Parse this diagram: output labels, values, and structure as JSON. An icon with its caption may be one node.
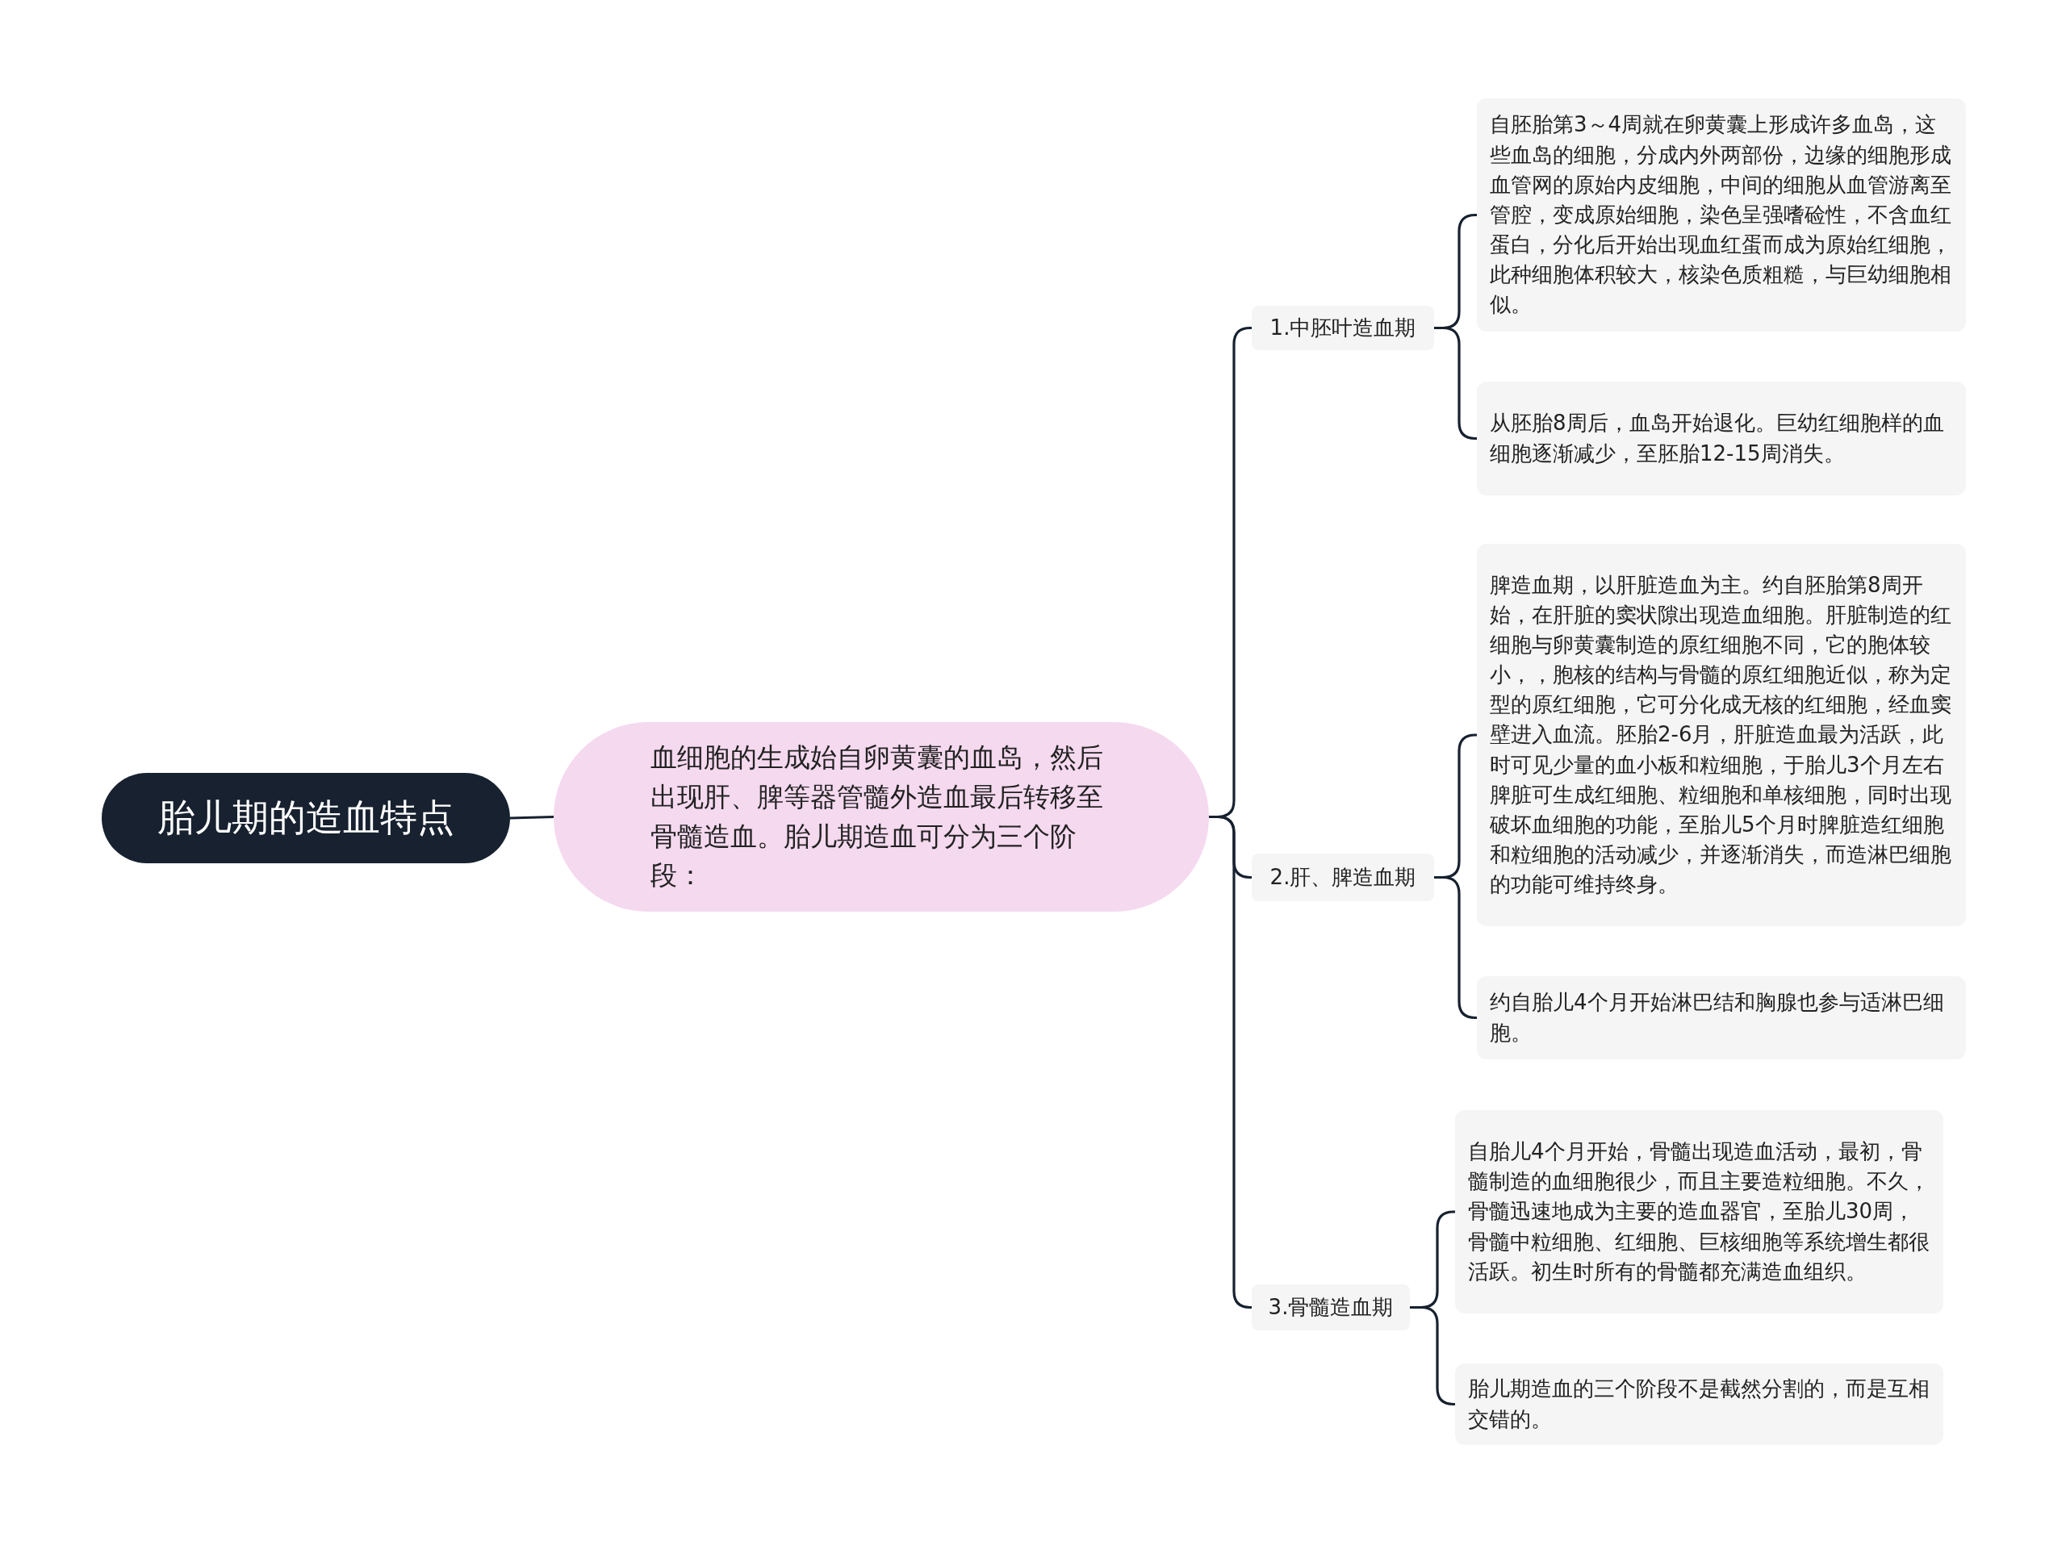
{
  "diagram": {
    "nodes": [
      {
        "text": [
          "胎儿期的造血特点"
        ]
      },
      {
        "text": [
          "血细胞的生成始自卵黄囊的血岛，然后出现肝、脾等器管髓外造血最后转移至骨髓造血。胎儿期造血可分为三个阶段："
        ]
      },
      {
        "text": [
          "1.中胚叶造血期"
        ]
      },
      {
        "text": [
          "自胚胎第3～4周就在卵黄囊上形成许多血岛，这些血岛的细胞，分成内外两部份，边缘的细胞形成血管网的原始内皮细胞，中间的细胞从血管游离至管腔，变成原始细胞，染色呈强嗜硷性，不含血红蛋白，分化后开始出现血红蛋而成为原始红细胞，此种细胞体积较大，核染色质粗糙，与巨幼细胞相似。"
        ]
      },
      {
        "text": [
          "从胚胎8周后，血岛开始退化。巨幼红细胞样的血细胞逐渐减少，至胚胎12-15周消失。"
        ]
      },
      {
        "text": [
          "2.肝、脾造血期"
        ]
      },
      {
        "text": [
          "脾造血期，以肝脏造血为主。约自胚胎第8周开始，在肝脏的窦状隙出现造血细胞。肝脏制造的红细胞与卵黄囊制造的原红细胞不同，它的胞体较小，，胞核的结构与骨髓的原红细胞近似，称为定型的原红细胞，它可分化成无核的红细胞，经血窦壁进入血流。胚胎2-6月，肝脏造血最为活跃，此时可见少量的血小板和粒细胞，于胎儿3个月左右脾脏可生成红细胞、粒细胞和单核细胞，同时出现破坏血细胞的功能，至胎儿5个月时脾脏造红细胞和粒细胞的活动减少，并逐渐消失，而造淋巴细胞的功能可维持终身。"
        ]
      },
      {
        "text": [
          "约自胎儿4个月开始淋巴结和胸腺也参与适淋巴细胞。"
        ]
      },
      {
        "text": [
          "3.骨髓造血期"
        ]
      },
      {
        "text": [
          "自胎儿4个月开始，骨髓出现造血活动，最初，骨髓制造的血细胞很少，而且主要造粒细胞。不久，骨髓迅速地成为主要的造血器官，至胎儿30周，骨髓中粒细胞、红细胞、巨核细胞等系统增生都很活跃。初生时所有的骨髓都充满造血组织。"
        ]
      },
      {
        "text": [
          "胎儿期造血的三个阶段不是截然分割的，而是互相交错的。"
        ]
      }
    ],
    "edges": [
      {
        "from": 0,
        "to": 1,
        "arrow": "none"
      },
      {
        "from": 1,
        "to": 2,
        "arrow": "none"
      },
      {
        "from": 1,
        "to": 5,
        "arrow": "none"
      },
      {
        "from": 1,
        "to": 8,
        "arrow": "none"
      },
      {
        "from": 2,
        "to": 3,
        "arrow": "none"
      },
      {
        "from": 2,
        "to": 4,
        "arrow": "none"
      },
      {
        "from": 5,
        "to": 6,
        "arrow": "none"
      },
      {
        "from": 5,
        "to": 7,
        "arrow": "none"
      },
      {
        "from": 8,
        "to": 9,
        "arrow": "none"
      },
      {
        "from": 8,
        "to": 10,
        "arrow": "none"
      }
    ]
  }
}
